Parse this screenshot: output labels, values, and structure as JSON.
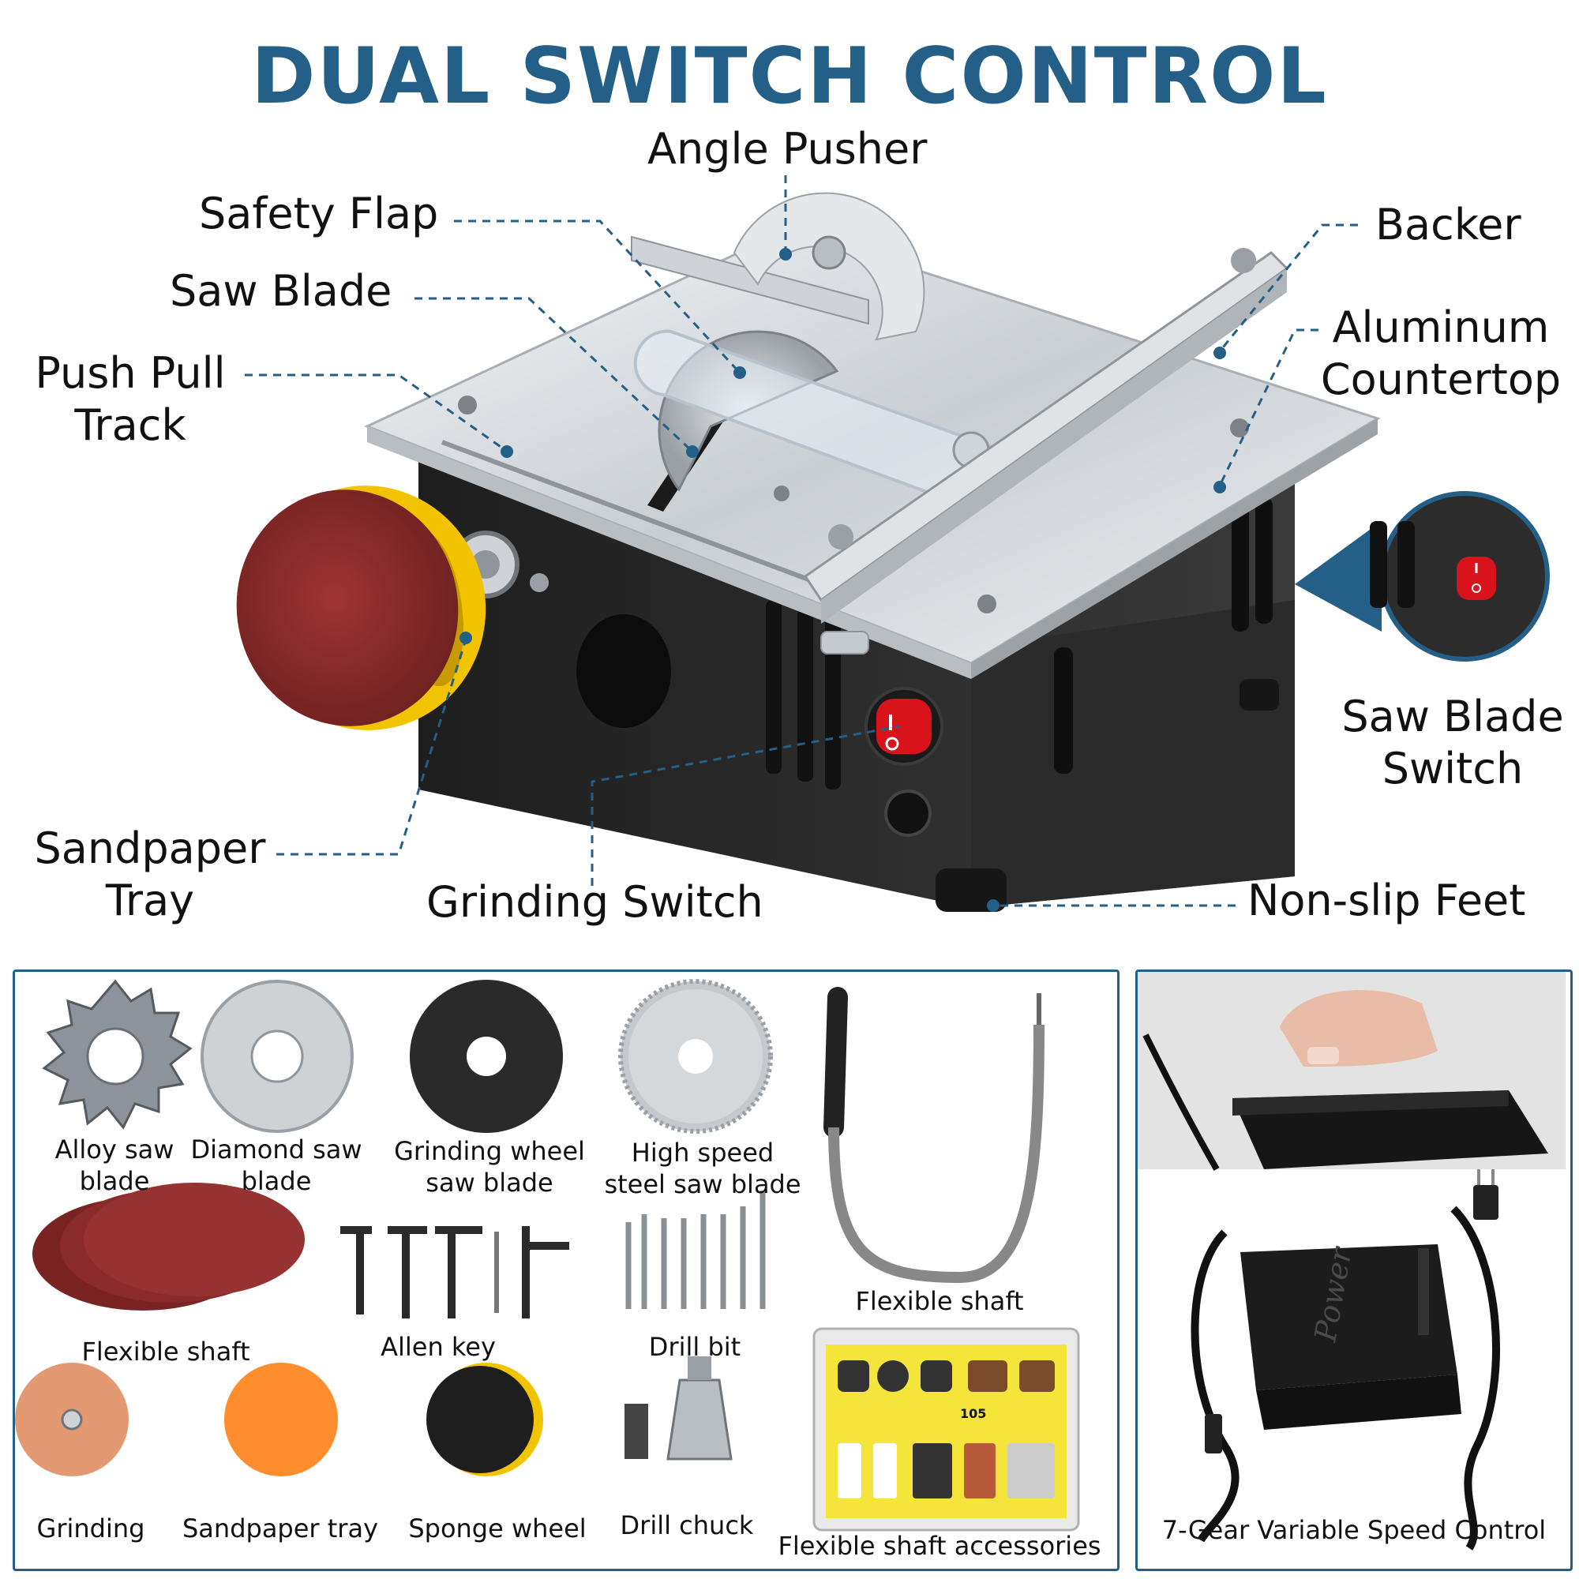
{
  "title": "DUAL SWITCH CONTROL",
  "callouts": {
    "angle_pusher": "Angle Pusher",
    "safety_flap": "Safety Flap",
    "saw_blade": "Saw Blade",
    "push_pull_track_1": "Push Pull",
    "push_pull_track_2": "Track",
    "backer": "Backer",
    "aluminum_countertop_1": "Aluminum",
    "aluminum_countertop_2": "Countertop",
    "saw_blade_switch_1": "Saw Blade",
    "saw_blade_switch_2": "Switch",
    "sandpaper_tray_1": "Sandpaper",
    "sandpaper_tray_2": "Tray",
    "grinding_switch": "Grinding Switch",
    "non_slip_feet": "Non-slip Feet"
  },
  "accessories": {
    "alloy_1": "Alloy saw",
    "alloy_2": "blade",
    "diamond_1": "Diamond saw",
    "diamond_2": "blade",
    "grinding_wheel_1": "Grinding wheel",
    "grinding_wheel_2": "saw blade",
    "hss_1": "High speed",
    "hss_2": "steel saw blade",
    "flexible_shaft": "Flexible shaft",
    "sandpaper_stack": "Flexible shaft",
    "allen_key": "Allen key",
    "drill_bit": "Drill bit",
    "grinding": "Grinding",
    "sandpaper_tray": "Sandpaper tray",
    "sponge_wheel": "Sponge wheel",
    "drill_chuck": "Drill chuck",
    "flexible_shaft_accessories": "Flexible shaft accessories",
    "kit_box_text": "105"
  },
  "power": {
    "label": "7-Gear Variable Speed Control",
    "brand": "Power"
  },
  "colors": {
    "accent": "#235f86",
    "switch_red": "#d9131b",
    "sandpaper": "#8e2a2a",
    "sander_yellow": "#f2c300"
  }
}
